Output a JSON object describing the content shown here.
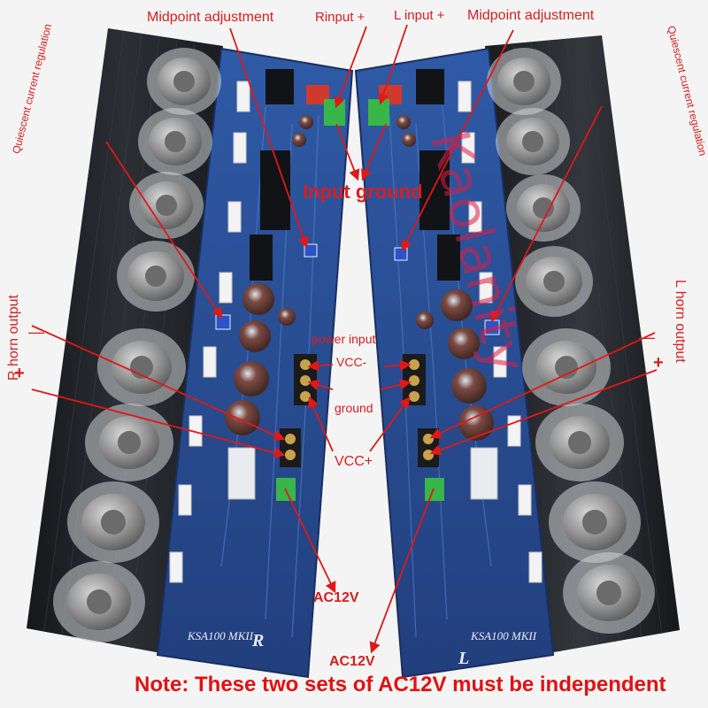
{
  "labels": {
    "quiescent_left": "Quiescent current regulation",
    "quiescent_right": "Quiescent current regulation",
    "midpoint_left": "Midpoint adjustment",
    "midpoint_right": "Midpoint adjustment",
    "r_input": "Rinput",
    "r_input_sign": "+",
    "l_input": "L input",
    "l_input_sign": "+",
    "input_ground": "Input ground",
    "power_input": "power input",
    "vcc_minus": "VCC-",
    "ground": "ground",
    "vcc_plus": "VCC+",
    "r_horn_output": "R horn output",
    "r_minus": "—",
    "r_plus": "+",
    "l_horn_output": "L horn output",
    "l_minus": "—",
    "l_plus": "+",
    "ac12v_right_board": "AC12V",
    "ac12v_left_board": "AC12V",
    "note": "Note: These two sets of AC12V must be independent"
  },
  "board_silkscreen": {
    "left_model": "KSA100 MKII",
    "left_channel": "R",
    "right_model": "KSA100 MKII",
    "right_channel": "L"
  },
  "watermark": "Kaolanity",
  "colors": {
    "annotation_red": "#d81e1e",
    "pcb_blue": "#2d4f93",
    "heatsink": "#202226"
  }
}
